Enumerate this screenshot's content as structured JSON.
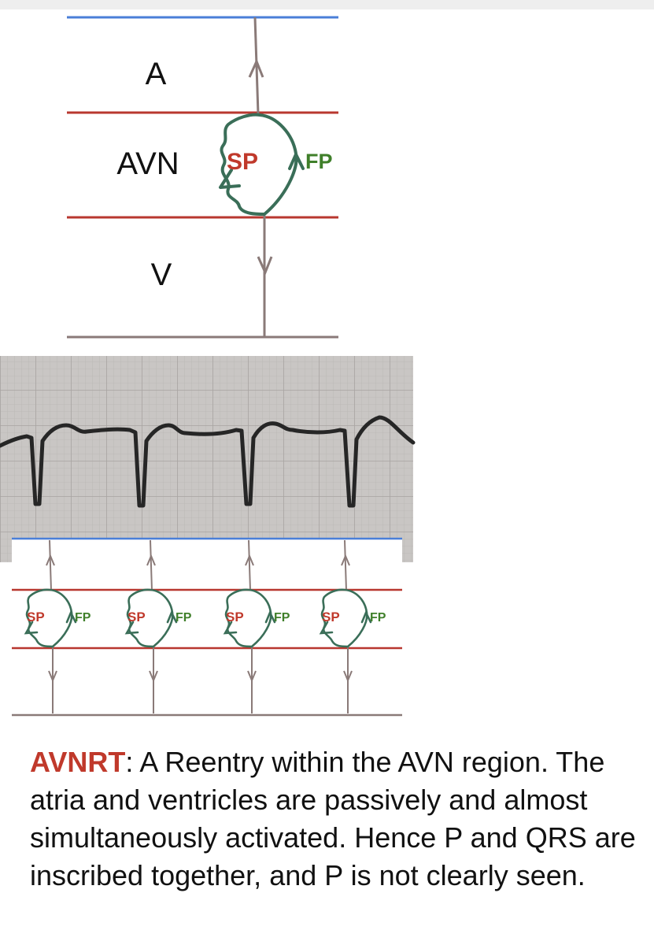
{
  "diagram": {
    "labels": {
      "atrium": "A",
      "avn": "AVN",
      "ventricle": "V"
    },
    "pathways": {
      "slow": "SP",
      "fast": "FP"
    },
    "beat_count": 4
  },
  "caption": {
    "term": "AVNRT",
    "text": ": A Reentry within the AVN region. The atria and ventricles are passively and almost simultaneously activated. Hence P and QRS are inscribed together, and P is not clearly seen."
  },
  "colors": {
    "atrial_line": "#4a7fd8",
    "avn_line": "#b8372f",
    "ventricle_line": "#8a7a78",
    "reentry_circuit": "#3a6e58",
    "slow_pathway": "#c0392b",
    "fast_pathway": "#3f7f2a",
    "ecg_paper": "#c9c6c4",
    "ecg_trace": "#262626"
  }
}
